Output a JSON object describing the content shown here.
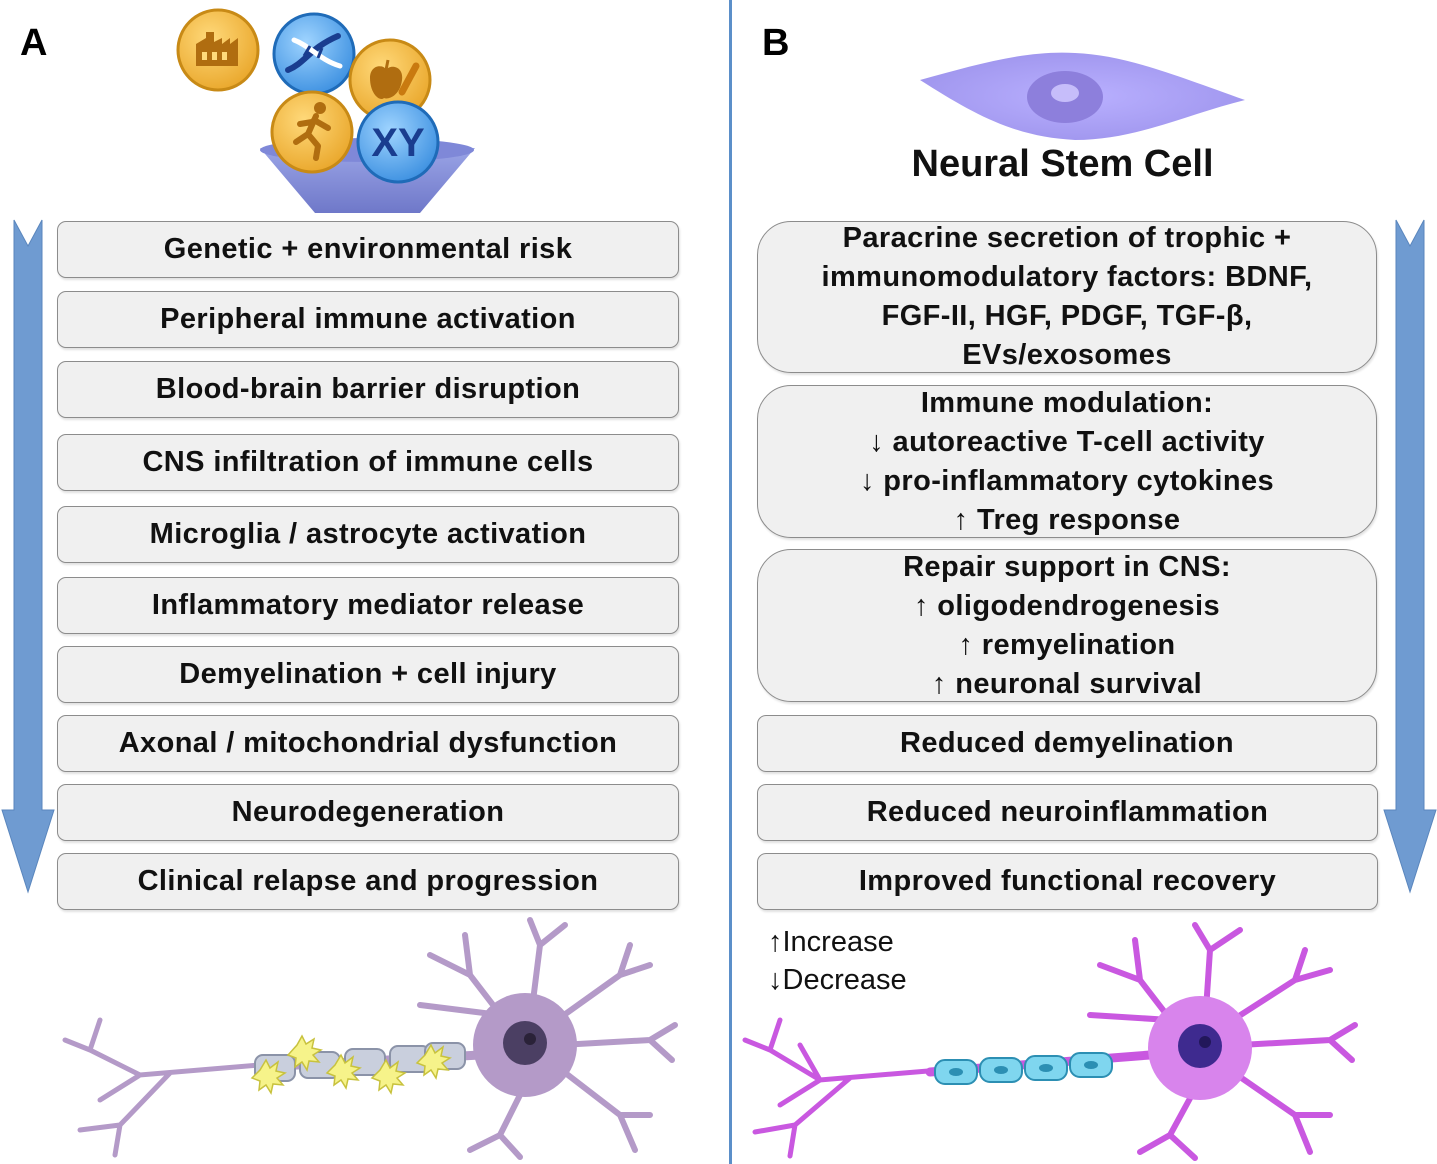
{
  "panel_a": {
    "label": "A",
    "risk_icons": [
      "factory-icon",
      "dna-icon",
      "food-icon",
      "running-person-icon",
      "xy-chromosome-icon"
    ],
    "steps": [
      "Genetic + environmental risk",
      "Peripheral immune activation",
      "Blood-brain barrier disruption",
      "CNS infiltration of immune cells",
      "Microglia / astrocyte activation",
      "Inflammatory mediator release",
      "Demyelination + cell injury",
      "Axonal / mitochondrial dysfunction",
      "Neurodegeneration",
      "Clinical relapse and progression"
    ]
  },
  "panel_b": {
    "label": "B",
    "cell_title": "Neural Stem Cell",
    "paracrine": [
      "Paracrine secretion of trophic +",
      "immunomodulatory factors: BDNF,",
      "FGF-II, HGF, PDGF, TGF-β,",
      "EVs/exosomes"
    ],
    "immune": [
      "Immune modulation:",
      "↓ autoreactive T-cell activity",
      "↓ pro-inflammatory cytokines",
      "↑ Treg response"
    ],
    "repair": [
      "Repair support in CNS:",
      "↑ oligodendrogenesis",
      "↑ remyelination",
      "↑ neuronal survival"
    ],
    "outcomes": [
      "Reduced demyelination",
      "Reduced neuroinflammation",
      "Improved functional recovery"
    ],
    "legend": {
      "increase": "↑Increase",
      "decrease": "↓Decrease"
    }
  },
  "colors": {
    "arrow": "#6f9bd1",
    "box_fill": "#f0f0f0",
    "divider": "#5b8fc9",
    "neuron_damaged": "#b49ac8",
    "neuron_healthy": "#c958e0",
    "stem_cell": "#a79ef0"
  }
}
